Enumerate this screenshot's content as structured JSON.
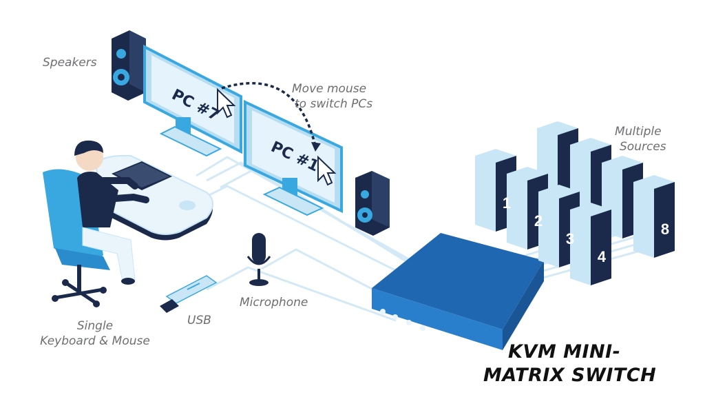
{
  "labels": {
    "speakers": "Speakers",
    "move_mouse_line1": "Move mouse",
    "move_mouse_line2": "to switch PCs",
    "multiple_sources_line1": "Multiple",
    "multiple_sources_line2": "Sources",
    "single_km_line1": "Single",
    "single_km_line2": "Keyboard & Mouse",
    "usb": "USB",
    "microphone": "Microphone"
  },
  "monitors": {
    "left_screen": "PC #7",
    "right_screen": "PC #1"
  },
  "servers": [
    "1",
    "2",
    "3",
    "4",
    "8"
  ],
  "title": {
    "line1": "KVM MINI-",
    "line2": "MATRIX SWITCH"
  },
  "colors": {
    "light_blue": "#c9e6f7",
    "mid_blue": "#3aa8e0",
    "dark_navy": "#1b2a4a",
    "switch_blue": "#1f67b1",
    "cable": "#d3e9f6"
  }
}
